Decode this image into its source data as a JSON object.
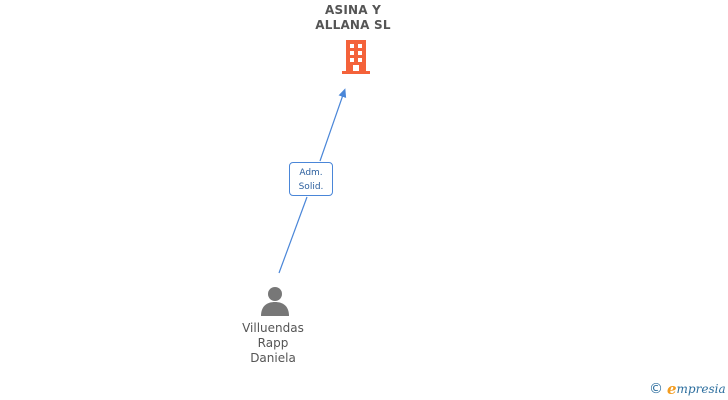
{
  "company": {
    "name_line1": "ASINA Y",
    "name_line2": "ALLANA SL",
    "icon": "building-icon",
    "icon_color": "#f4623a"
  },
  "relation": {
    "label_line1": "Adm.",
    "label_line2": "Solid.",
    "edge_color": "#4a86d8"
  },
  "person": {
    "name_line1": "Villuendas",
    "name_line2": "Rapp",
    "name_line3": "Daniela",
    "icon": "person-icon",
    "icon_color": "#777777"
  },
  "brand": {
    "copyright_symbol": "©",
    "logo_first_letter": "e",
    "logo_rest": "mpresia",
    "accent": "#f39c1f",
    "text_color": "#2c6e9e"
  }
}
